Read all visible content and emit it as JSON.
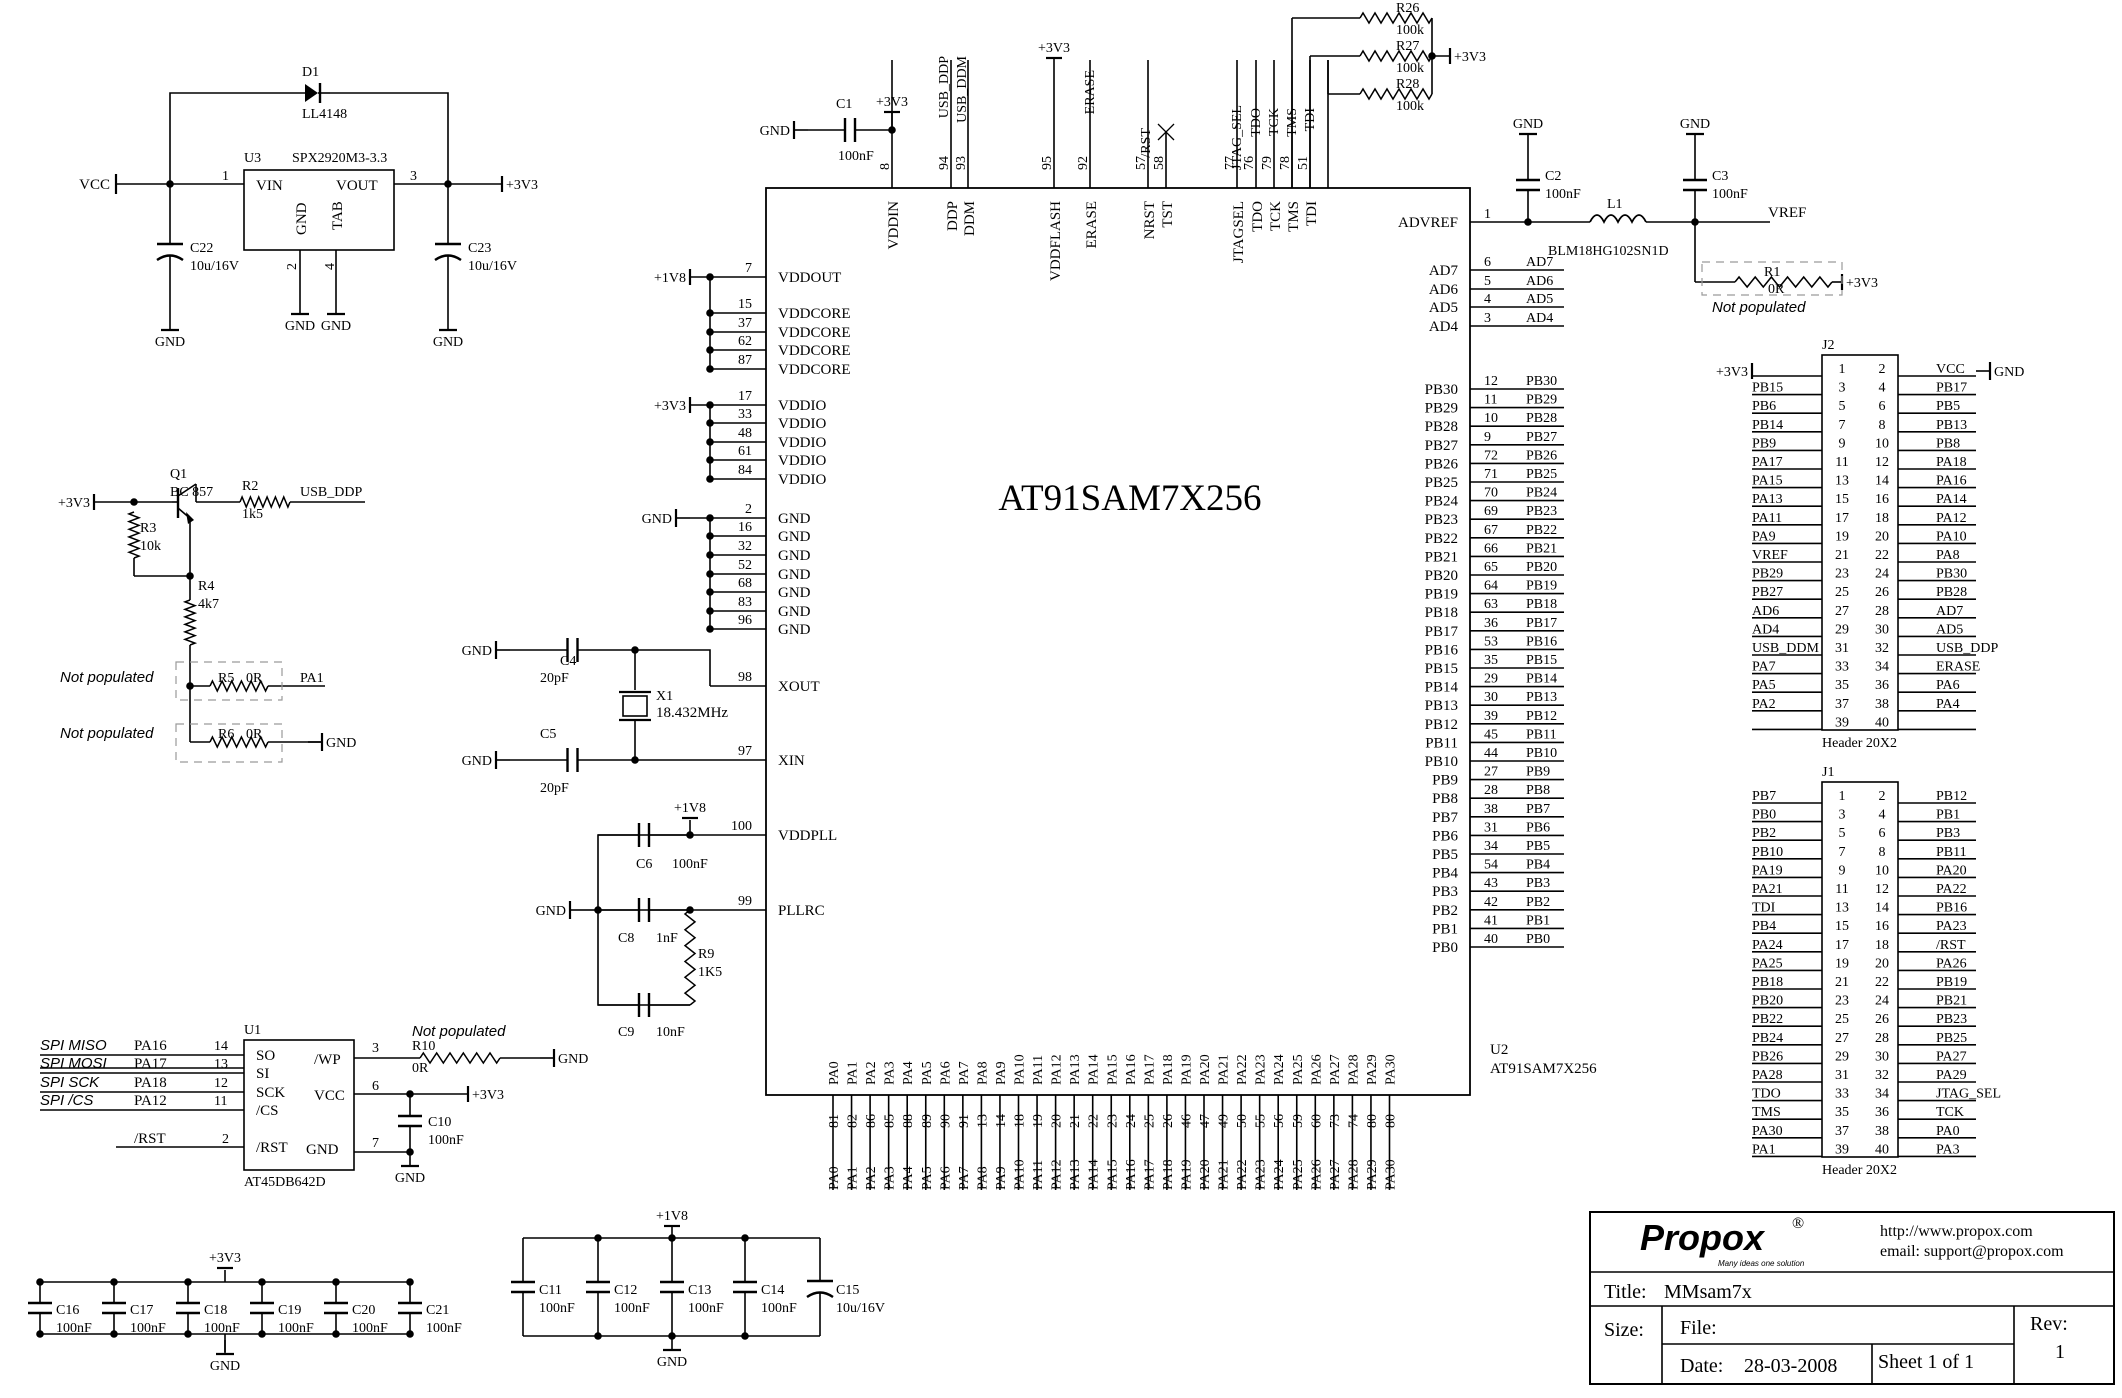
{
  "mcu": {
    "name": "AT91SAM7X256",
    "ref": "U2",
    "top_pins": [
      {
        "num": "8",
        "name": "VDDIN"
      },
      {
        "num": "94",
        "name": "DDP"
      },
      {
        "num": "93",
        "name": "DDM"
      },
      {
        "num": "95",
        "name": "VDDFLASH"
      },
      {
        "num": "92",
        "name": "ERASE"
      },
      {
        "num": "57",
        "name": "NRST"
      },
      {
        "num": "58",
        "name": "TST"
      },
      {
        "num": "77",
        "name": "JTAGSEL"
      },
      {
        "num": "76",
        "name": "TDO"
      },
      {
        "num": "79",
        "name": "TCK"
      },
      {
        "num": "78",
        "name": "TMS"
      },
      {
        "num": "51",
        "name": "TDI"
      }
    ],
    "top_nets": {
      "vddin": "+3V3",
      "ddp": "USB_DDP",
      "ddm": "USB_DDM",
      "vddflash": "+3V3",
      "erase": "ERASE",
      "nrst": "/RST",
      "jtagsel": "JTAG_SEL",
      "tdo": "TDO",
      "tck": "TCK",
      "tms": "TMS",
      "tdi": "TDI"
    },
    "left_pins": [
      {
        "num": "7",
        "name": "VDDOUT"
      },
      {
        "num": "15",
        "name": "VDDCORE"
      },
      {
        "num": "37",
        "name": "VDDCORE"
      },
      {
        "num": "62",
        "name": "VDDCORE"
      },
      {
        "num": "87",
        "name": "VDDCORE"
      },
      {
        "num": "17",
        "name": "VDDIO"
      },
      {
        "num": "33",
        "name": "VDDIO"
      },
      {
        "num": "48",
        "name": "VDDIO"
      },
      {
        "num": "61",
        "name": "VDDIO"
      },
      {
        "num": "84",
        "name": "VDDIO"
      },
      {
        "num": "2",
        "name": "GND"
      },
      {
        "num": "16",
        "name": "GND"
      },
      {
        "num": "32",
        "name": "GND"
      },
      {
        "num": "52",
        "name": "GND"
      },
      {
        "num": "68",
        "name": "GND"
      },
      {
        "num": "83",
        "name": "GND"
      },
      {
        "num": "96",
        "name": "GND"
      },
      {
        "num": "98",
        "name": "XOUT"
      },
      {
        "num": "97",
        "name": "XIN"
      },
      {
        "num": "100",
        "name": "VDDPLL"
      },
      {
        "num": "99",
        "name": "PLLRC"
      }
    ],
    "left_nets": {
      "vddout": "+1V8",
      "vddio": "+3V3",
      "gnd": "GND"
    },
    "right_pins": [
      {
        "num": "1",
        "name": "ADVREF",
        "net": ""
      },
      {
        "num": "6",
        "name": "AD7",
        "net": "AD7"
      },
      {
        "num": "5",
        "name": "AD6",
        "net": "AD6"
      },
      {
        "num": "4",
        "name": "AD5",
        "net": "AD5"
      },
      {
        "num": "3",
        "name": "AD4",
        "net": "AD4"
      },
      {
        "num": "12",
        "name": "PB30",
        "net": "PB30"
      },
      {
        "num": "11",
        "name": "PB29",
        "net": "PB29"
      },
      {
        "num": "10",
        "name": "PB28",
        "net": "PB28"
      },
      {
        "num": "9",
        "name": "PB27",
        "net": "PB27"
      },
      {
        "num": "72",
        "name": "PB26",
        "net": "PB26"
      },
      {
        "num": "71",
        "name": "PB25",
        "net": "PB25"
      },
      {
        "num": "70",
        "name": "PB24",
        "net": "PB24"
      },
      {
        "num": "69",
        "name": "PB23",
        "net": "PB23"
      },
      {
        "num": "67",
        "name": "PB22",
        "net": "PB22"
      },
      {
        "num": "66",
        "name": "PB21",
        "net": "PB21"
      },
      {
        "num": "65",
        "name": "PB20",
        "net": "PB20"
      },
      {
        "num": "64",
        "name": "PB19",
        "net": "PB19"
      },
      {
        "num": "63",
        "name": "PB18",
        "net": "PB18"
      },
      {
        "num": "36",
        "name": "PB17",
        "net": "PB17"
      },
      {
        "num": "53",
        "name": "PB16",
        "net": "PB16"
      },
      {
        "num": "35",
        "name": "PB15",
        "net": "PB15"
      },
      {
        "num": "29",
        "name": "PB14",
        "net": "PB14"
      },
      {
        "num": "30",
        "name": "PB13",
        "net": "PB13"
      },
      {
        "num": "39",
        "name": "PB12",
        "net": "PB12"
      },
      {
        "num": "45",
        "name": "PB11",
        "net": "PB11"
      },
      {
        "num": "44",
        "name": "PB10",
        "net": "PB10"
      },
      {
        "num": "27",
        "name": "PB9",
        "net": "PB9"
      },
      {
        "num": "28",
        "name": "PB8",
        "net": "PB8"
      },
      {
        "num": "38",
        "name": "PB7",
        "net": "PB7"
      },
      {
        "num": "31",
        "name": "PB6",
        "net": "PB6"
      },
      {
        "num": "34",
        "name": "PB5",
        "net": "PB5"
      },
      {
        "num": "54",
        "name": "PB4",
        "net": "PB4"
      },
      {
        "num": "43",
        "name": "PB3",
        "net": "PB3"
      },
      {
        "num": "42",
        "name": "PB2",
        "net": "PB2"
      },
      {
        "num": "41",
        "name": "PB1",
        "net": "PB1"
      },
      {
        "num": "40",
        "name": "PB0",
        "net": "PB0"
      }
    ],
    "bottom_pins": [
      {
        "num": "81",
        "name": "PA0"
      },
      {
        "num": "82",
        "name": "PA1"
      },
      {
        "num": "86",
        "name": "PA2"
      },
      {
        "num": "85",
        "name": "PA3"
      },
      {
        "num": "88",
        "name": "PA4"
      },
      {
        "num": "89",
        "name": "PA5"
      },
      {
        "num": "90",
        "name": "PA6"
      },
      {
        "num": "91",
        "name": "PA7"
      },
      {
        "num": "13",
        "name": "PA8"
      },
      {
        "num": "14",
        "name": "PA9"
      },
      {
        "num": "18",
        "name": "PA10"
      },
      {
        "num": "19",
        "name": "PA11"
      },
      {
        "num": "20",
        "name": "PA12"
      },
      {
        "num": "21",
        "name": "PA13"
      },
      {
        "num": "22",
        "name": "PA14"
      },
      {
        "num": "23",
        "name": "PA15"
      },
      {
        "num": "24",
        "name": "PA16"
      },
      {
        "num": "25",
        "name": "PA17"
      },
      {
        "num": "26",
        "name": "PA18"
      },
      {
        "num": "46",
        "name": "PA19"
      },
      {
        "num": "47",
        "name": "PA20"
      },
      {
        "num": "49",
        "name": "PA21"
      },
      {
        "num": "50",
        "name": "PA22"
      },
      {
        "num": "55",
        "name": "PA23"
      },
      {
        "num": "56",
        "name": "PA24"
      },
      {
        "num": "59",
        "name": "PA25"
      },
      {
        "num": "60",
        "name": "PA26"
      },
      {
        "num": "73",
        "name": "PA27"
      },
      {
        "num": "74",
        "name": "PA28"
      },
      {
        "num": "80",
        "name": "PA29"
      },
      {
        "num": "80",
        "name": "PA30"
      }
    ]
  },
  "jtag_pullups": {
    "net": "+3V3",
    "resistors": [
      {
        "ref": "R26",
        "value": "100k"
      },
      {
        "ref": "R27",
        "value": "100k"
      },
      {
        "ref": "R28",
        "value": "100k"
      }
    ]
  },
  "vref": {
    "c2": {
      "ref": "C2",
      "value": "100nF"
    },
    "c3": {
      "ref": "C3",
      "value": "100nF"
    },
    "l1": {
      "ref": "L1",
      "value": "BLM18HG102SN1D"
    },
    "r1": {
      "ref": "R1",
      "value": "0R"
    },
    "gnd": "GND",
    "net": "VREF",
    "rail": "+3V3",
    "not_populated": "Not populated"
  },
  "c1": {
    "ref": "C1",
    "value": "100nF",
    "gnd": "GND",
    "rail": "+3V3"
  },
  "regulator": {
    "ref": "U3",
    "part": "SPX2920M3-3.3",
    "vin_pin": "VIN",
    "vout_pin": "VOUT",
    "gnd_pin": "GND",
    "tab_pin": "TAB",
    "pin1": "1",
    "pin2": "2",
    "pin3": "3",
    "pin4": "4",
    "in_net": "VCC",
    "out_net": "+3V3",
    "d1": {
      "ref": "D1",
      "value": "LL4148"
    },
    "c22": {
      "ref": "C22",
      "value": "10u/16V"
    },
    "c23": {
      "ref": "C23",
      "value": "10u/16V"
    },
    "gnd": "GND"
  },
  "usb_pullup": {
    "q1": {
      "ref": "Q1",
      "value": "BC 857"
    },
    "r2": {
      "ref": "R2",
      "value": "1k5"
    },
    "r3": {
      "ref": "R3",
      "value": "10k"
    },
    "r4": {
      "ref": "R4",
      "value": "4k7"
    },
    "r5": {
      "ref": "R5",
      "value": "0R"
    },
    "r6": {
      "ref": "R6",
      "value": "0R"
    },
    "rail": "+3V3",
    "net_ddp": "USB_DDP",
    "net_pa1": "PA1",
    "gnd": "GND",
    "not_populated": "Not populated"
  },
  "crystal": {
    "c4": {
      "ref": "C4",
      "value": "20pF"
    },
    "c5": {
      "ref": "C5",
      "value": "20pF"
    },
    "x1": {
      "ref": "X1",
      "value": "18.432MHz"
    },
    "gnd": "GND"
  },
  "pll": {
    "c6": {
      "ref": "C6",
      "value": "100nF"
    },
    "c8": {
      "ref": "C8",
      "value": "1nF"
    },
    "c9": {
      "ref": "C9",
      "value": "10nF"
    },
    "r9": {
      "ref": "R9",
      "value": "1K5"
    },
    "rail": "+1V8",
    "gnd": "GND"
  },
  "flash": {
    "ref": "U1",
    "part": "AT45DB642D",
    "pins": [
      {
        "num": "14",
        "name": "SO",
        "net": "PA16",
        "label": "SPI MISO"
      },
      {
        "num": "13",
        "name": "SI",
        "net": "PA17",
        "label": "SPI MOSI"
      },
      {
        "num": "12",
        "name": "SCK",
        "net": "PA18",
        "label": "SPI SCK"
      },
      {
        "num": "11",
        "name": "/CS",
        "net": "PA12",
        "label": "SPI /CS"
      }
    ],
    "rst": {
      "num": "2",
      "name": "/RST",
      "net": "/RST"
    },
    "wp": {
      "num": "3",
      "name": "/WP"
    },
    "vcc": {
      "num": "6",
      "name": "VCC"
    },
    "gndp": {
      "num": "7",
      "name": "GND"
    },
    "r10": {
      "ref": "R10",
      "value": "0R"
    },
    "c10": {
      "ref": "C10",
      "value": "100nF"
    },
    "rail": "+3V3",
    "gnd": "GND",
    "not_populated": "Not populated"
  },
  "decoupling_3v3": {
    "rail": "+3V3",
    "gnd": "GND",
    "caps": [
      {
        "ref": "C16",
        "value": "100nF"
      },
      {
        "ref": "C17",
        "value": "100nF"
      },
      {
        "ref": "C18",
        "value": "100nF"
      },
      {
        "ref": "C19",
        "value": "100nF"
      },
      {
        "ref": "C20",
        "value": "100nF"
      },
      {
        "ref": "C21",
        "value": "100nF"
      }
    ]
  },
  "decoupling_1v8": {
    "rail": "+1V8",
    "gnd": "GND",
    "caps": [
      {
        "ref": "C11",
        "value": "100nF"
      },
      {
        "ref": "C12",
        "value": "100nF"
      },
      {
        "ref": "C13",
        "value": "100nF"
      },
      {
        "ref": "C14",
        "value": "100nF"
      },
      {
        "ref": "C15",
        "value": "10u/16V"
      }
    ]
  },
  "j2": {
    "ref": "J2",
    "caption": "Header 20X2",
    "left_top_net": "+3V3",
    "right_top_net": "GND",
    "left_nets": [
      "",
      "PB15",
      "PB6",
      "PB14",
      "PB9",
      "PA17",
      "PA15",
      "PA13",
      "PA11",
      "PA9",
      "VREF",
      "PB29",
      "PB27",
      "AD6",
      "AD4",
      "USB_DDM",
      "PA7",
      "PA5",
      "PA2",
      ""
    ],
    "right_nets": [
      "VCC",
      "PB17",
      "PB5",
      "PB13",
      "PB8",
      "PA18",
      "PA16",
      "PA14",
      "PA12",
      "PA10",
      "PA8",
      "PB30",
      "PB28",
      "AD7",
      "AD5",
      "USB_DDP",
      "ERASE",
      "PA6",
      "PA4",
      ""
    ]
  },
  "j1": {
    "ref": "J1",
    "caption": "Header 20X2",
    "left_nets": [
      "PB7",
      "PB0",
      "PB2",
      "PB10",
      "PA19",
      "PA21",
      "TDI",
      "PB4",
      "PA24",
      "PA25",
      "PB18",
      "PB20",
      "PB22",
      "PB24",
      "PB26",
      "PA28",
      "TDO",
      "TMS",
      "PA30",
      "PA1"
    ],
    "right_nets": [
      "PB12",
      "PB1",
      "PB3",
      "PB11",
      "PA20",
      "PA22",
      "PB16",
      "PA23",
      "/RST",
      "PA26",
      "PB19",
      "PB21",
      "PB23",
      "PB25",
      "PA27",
      "PA29",
      "JTAG_SEL",
      "TCK",
      "PA0",
      "PA3"
    ]
  },
  "title_block": {
    "logo": "Propox",
    "logo_tagline": "Many ideas one solution",
    "registered": "®",
    "url": "http://www.propox.com",
    "email": "email: support@propox.com",
    "title_label": "Title:",
    "title": "MMsam7x",
    "size_label": "Size:",
    "file_label": "File:",
    "rev_label": "Rev:",
    "rev": "1",
    "date_label": "Date:",
    "date": "28-03-2008",
    "sheet": "Sheet 1 of 1"
  },
  "colors": {
    "ink": "#000000",
    "background": "#ffffff",
    "dashed": "#9a9a9a"
  }
}
